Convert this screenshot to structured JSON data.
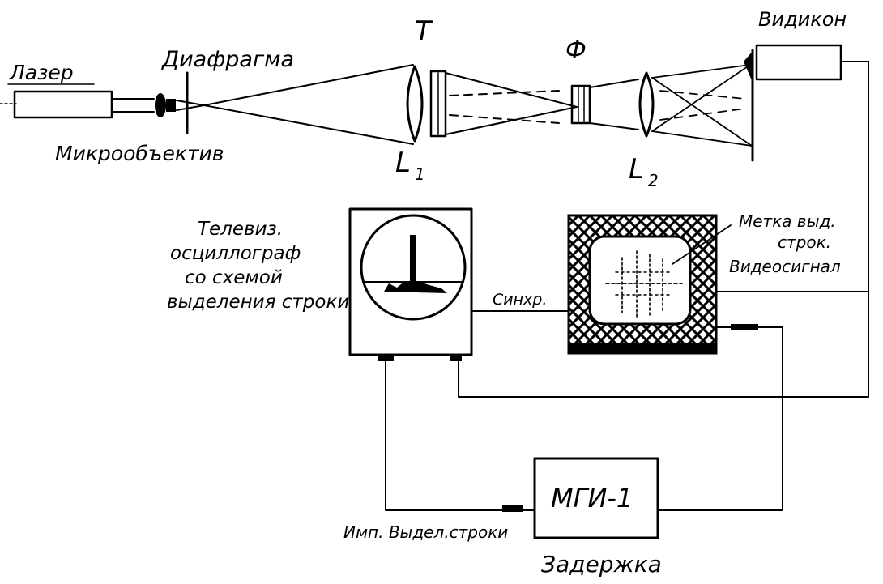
{
  "labels": {
    "laser": "Лазер",
    "diaphragm": "Диафрагма",
    "microobjective": "Микрообъектив",
    "t": "Т",
    "l1_letter": "L",
    "l1_sub": "1",
    "f": "Ф",
    "l2_letter": "L",
    "l2_sub": "2",
    "vidicon": "Видикон",
    "oscillograph": [
      "Телевиз.",
      "осциллограф",
      "со схемой",
      "выделения строки"
    ],
    "marker": [
      "Метка выд.",
      "строк."
    ],
    "videosignal": "Видеосигнал",
    "sync": "Синхр.",
    "mgi": "МГИ-1",
    "pulse": "Имп. Выдел.строки",
    "delay": "Задержка"
  },
  "colors": {
    "ink": "#000000",
    "background": "#ffffff"
  }
}
